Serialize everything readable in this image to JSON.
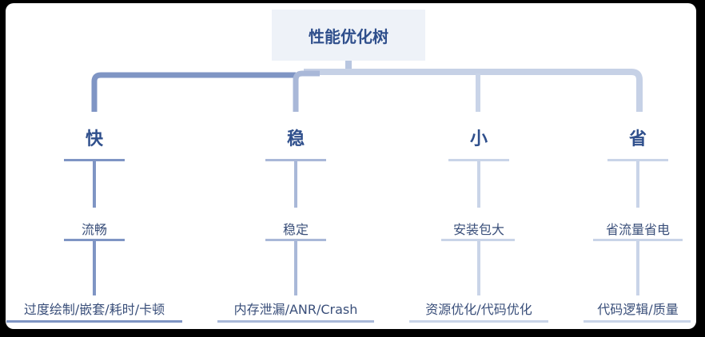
{
  "root": {
    "label": "性能优化树"
  },
  "categories": [
    {
      "label": "快",
      "sub": "流畅",
      "leaf": "过度绘制/嵌套/耗时/卡顿"
    },
    {
      "label": "稳",
      "sub": "稳定",
      "leaf": "内存泄漏/ANR/Crash"
    },
    {
      "label": "小",
      "sub": "安装包大",
      "leaf": "资源优化/代码优化"
    },
    {
      "label": "省",
      "sub": "省流量省电",
      "leaf": "代码逻辑/质量"
    }
  ],
  "colors": {
    "background": "#ffffff",
    "text_dark": "#2f4f8c",
    "text_body": "#3a4f7a",
    "line_dark": "#7f95c4",
    "line_mid": "#a9b8d8",
    "line_light": "#c9d4e8",
    "root_fill": "#eef2f8"
  }
}
